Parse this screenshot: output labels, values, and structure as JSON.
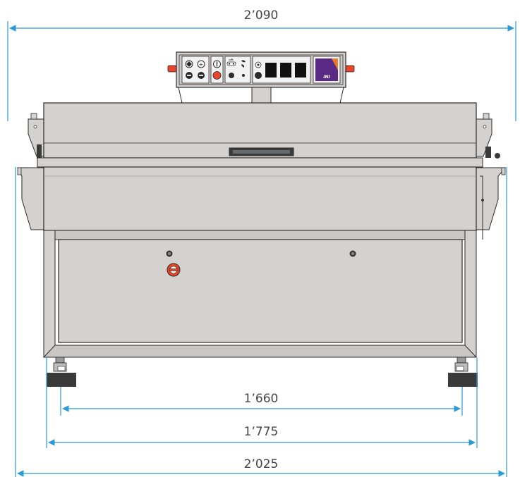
{
  "dimensions": {
    "overall_top": {
      "label": "2’090",
      "value_mm": 2090
    },
    "inner_feet": {
      "label": "1’660",
      "value_mm": 1660
    },
    "outer_feet": {
      "label": "1’775",
      "value_mm": 1775
    },
    "overall_bottom": {
      "label": "2’025",
      "value_mm": 2025
    }
  },
  "control_panel": {
    "brand_mark": "INI"
  },
  "colors": {
    "dimension_line": "#2b9bd8",
    "machine_body": "#d4d1cf",
    "machine_outline": "#2a2a2a",
    "emergency_red": "#e8452a",
    "display_black": "#111111",
    "brand_purple": "#5b2a86",
    "foot_dark": "#3a3a3a"
  }
}
